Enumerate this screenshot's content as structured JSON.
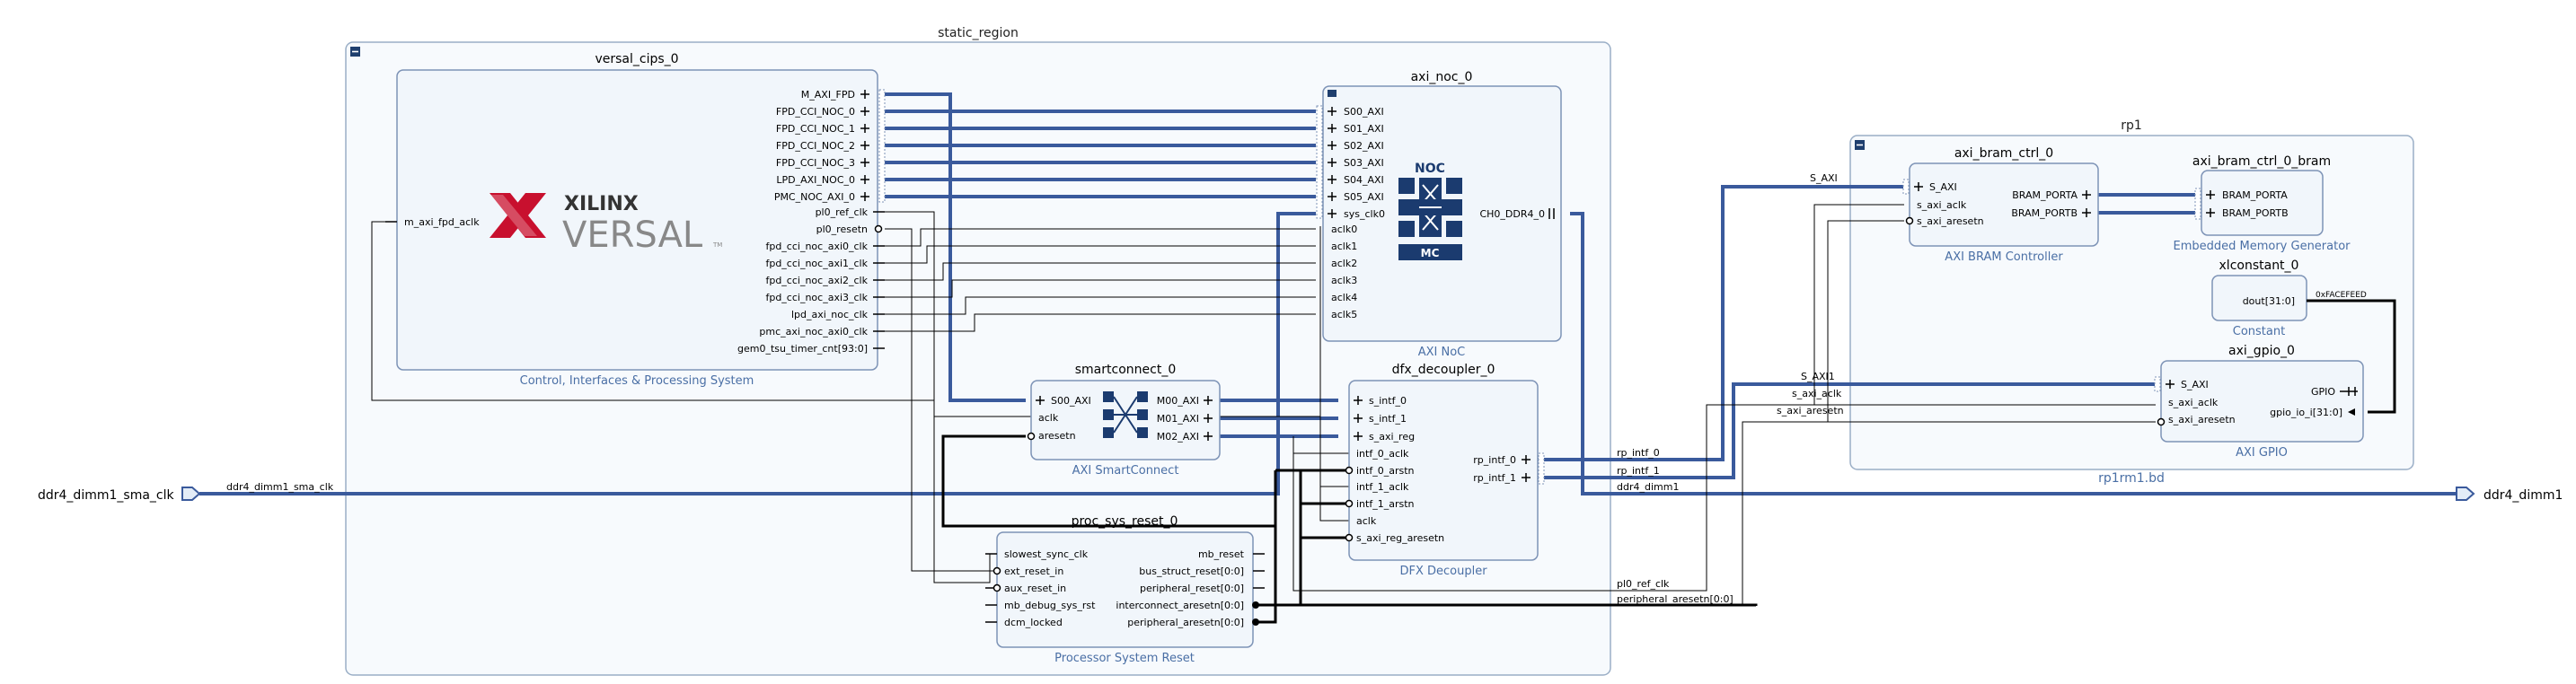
{
  "colors": {
    "region_fill": "#f7fafd",
    "region_stroke": "#9aaec6",
    "block_fill": "#f1f6fb",
    "block_stroke": "#7d93b6",
    "bus": "#3a5a9c",
    "wire": "#000000",
    "sub_label": "#4a6fa5",
    "xilinx_red": "#c8102e",
    "noc_dark": "#1b3b6f"
  },
  "static_region": {
    "title": "static_region"
  },
  "rp1": {
    "title": "rp1",
    "footer": "rp1rm1.bd"
  },
  "external_ports": {
    "input": "ddr4_dimm1_sma_clk",
    "input_net": "ddr4_dimm1_sma_clk",
    "output": "ddr4_dimm1"
  },
  "versal_cips": {
    "title": "versal_cips_0",
    "subtitle": "Control, Interfaces & Processing System",
    "input_pin": "m_axi_fpd_aclk",
    "logo_top": "XILINX",
    "logo_bottom": "VERSAL",
    "logo_tm": "TM",
    "out_pins": [
      "M_AXI_FPD",
      "FPD_CCI_NOC_0",
      "FPD_CCI_NOC_1",
      "FPD_CCI_NOC_2",
      "FPD_CCI_NOC_3",
      "LPD_AXI_NOC_0",
      "PMC_NOC_AXI_0",
      "pl0_ref_clk",
      "pl0_resetn",
      "fpd_cci_noc_axi0_clk",
      "fpd_cci_noc_axi1_clk",
      "fpd_cci_noc_axi2_clk",
      "fpd_cci_noc_axi3_clk",
      "lpd_axi_noc_clk",
      "pmc_axi_noc_axi0_clk",
      "gem0_tsu_timer_cnt[93:0]"
    ]
  },
  "axi_noc": {
    "title": "axi_noc_0",
    "subtitle": "AXI NoC",
    "in_pins": [
      "S00_AXI",
      "S01_AXI",
      "S02_AXI",
      "S03_AXI",
      "S04_AXI",
      "S05_AXI",
      "sys_clk0",
      "aclk0",
      "aclk1",
      "aclk2",
      "aclk3",
      "aclk4",
      "aclk5"
    ],
    "out_pin": "CH0_DDR4_0",
    "logo_top": "NOC",
    "logo_bottom": "MC"
  },
  "smartconnect": {
    "title": "smartconnect_0",
    "subtitle": "AXI SmartConnect",
    "in_pins": [
      "S00_AXI",
      "aclk",
      "aresetn"
    ],
    "out_pins": [
      "M00_AXI",
      "M01_AXI",
      "M02_AXI"
    ]
  },
  "dfx_decoupler": {
    "title": "dfx_decoupler_0",
    "subtitle": "DFX Decoupler",
    "in_pins": [
      "s_intf_0",
      "s_intf_1",
      "s_axi_reg",
      "intf_0_aclk",
      "intf_0_arstn",
      "intf_1_aclk",
      "intf_1_arstn",
      "aclk",
      "s_axi_reg_aresetn"
    ],
    "out_pins": [
      "rp_intf_0",
      "rp_intf_1"
    ]
  },
  "proc_sys_reset": {
    "title": "proc_sys_reset_0",
    "subtitle": "Processor System Reset",
    "in_pins": [
      "slowest_sync_clk",
      "ext_reset_in",
      "aux_reset_in",
      "mb_debug_sys_rst",
      "dcm_locked"
    ],
    "out_pins": [
      "mb_reset",
      "bus_struct_reset[0:0]",
      "peripheral_reset[0:0]",
      "interconnect_aresetn[0:0]",
      "peripheral_aresetn[0:0]"
    ]
  },
  "axi_bram_ctrl": {
    "title": "axi_bram_ctrl_0",
    "subtitle": "AXI BRAM Controller",
    "in_pins": [
      "S_AXI",
      "s_axi_aclk",
      "s_axi_aresetn"
    ],
    "out_pins": [
      "BRAM_PORTA",
      "BRAM_PORTB"
    ]
  },
  "axi_bram": {
    "title": "axi_bram_ctrl_0_bram",
    "subtitle": "Embedded Memory Generator",
    "in_pins": [
      "BRAM_PORTA",
      "BRAM_PORTB"
    ]
  },
  "xlconstant": {
    "title": "xlconstant_0",
    "subtitle": "Constant",
    "out_pin": "dout[31:0]",
    "out_value": "0xFACEFEED"
  },
  "axi_gpio": {
    "title": "axi_gpio_0",
    "subtitle": "AXI GPIO",
    "in_pins": [
      "S_AXI",
      "s_axi_aclk",
      "s_axi_aresetn"
    ],
    "out_pins": [
      "GPIO",
      "gpio_io_i[31:0]"
    ]
  },
  "rp1_ports": [
    "S_AXI",
    "S_AXI1",
    "s_axi_aclk",
    "s_axi_aresetn"
  ],
  "net_labels": [
    "rp_intf_0",
    "rp_intf_1",
    "ddr4_dimm1",
    "pl0_ref_clk",
    "peripheral_aresetn[0:0]"
  ]
}
